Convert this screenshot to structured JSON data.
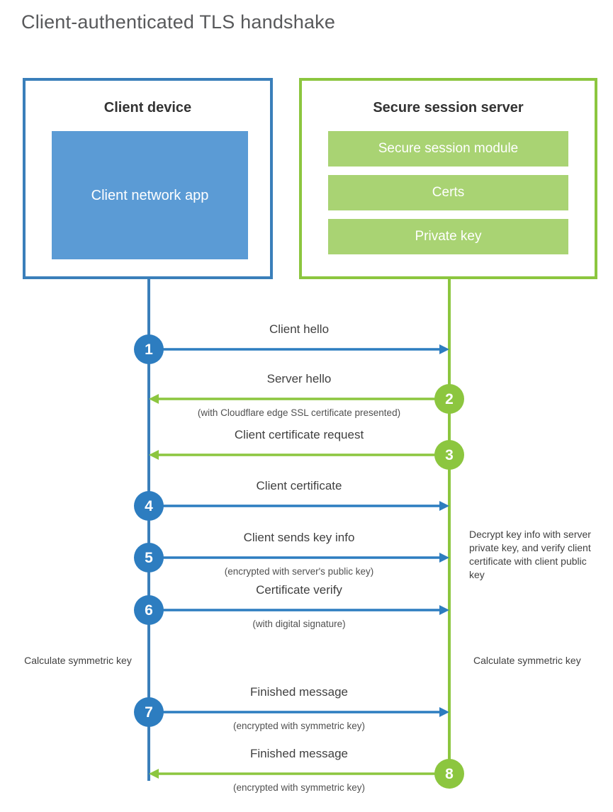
{
  "title": "Client-authenticated TLS handshake",
  "colors": {
    "client_blue": "#3a7fba",
    "client_app_fill": "#5b9bd5",
    "server_green": "#8cc63f",
    "server_block_fill": "#a9d373",
    "circle_blue": "#2d7dc0",
    "circle_green": "#8cc63f",
    "text": "#404040",
    "title_text": "#58595b"
  },
  "client": {
    "title": "Client device",
    "app_label": "Client network app"
  },
  "server": {
    "title": "Secure session server",
    "blocks": [
      {
        "label": "Secure session module"
      },
      {
        "label": "Certs"
      },
      {
        "label": "Private key"
      }
    ]
  },
  "notes": {
    "decrypt": "Decrypt key info with server private key, and verify client certificate with client public key",
    "calculate_left": "Calculate symmetric key",
    "calculate_right": "Calculate symmetric key"
  },
  "steps": [
    {
      "number": "1",
      "label": "Client hello",
      "sublabel": "",
      "direction": "ltr",
      "color": "blue"
    },
    {
      "number": "2",
      "label": "Server hello",
      "sublabel": "(with Cloudflare edge SSL certificate presented)",
      "direction": "rtl",
      "color": "green"
    },
    {
      "number": "3",
      "label": "Client certificate request",
      "sublabel": "",
      "direction": "rtl",
      "color": "green"
    },
    {
      "number": "4",
      "label": "Client certificate",
      "sublabel": "",
      "direction": "ltr",
      "color": "blue"
    },
    {
      "number": "5",
      "label": "Client sends key info",
      "sublabel": "(encrypted with server's public key)",
      "direction": "ltr",
      "color": "blue"
    },
    {
      "number": "6",
      "label": "Certificate verify",
      "sublabel": "(with digital signature)",
      "direction": "ltr",
      "color": "blue"
    },
    {
      "number": "7",
      "label": "Finished message",
      "sublabel": "(encrypted with symmetric key)",
      "direction": "ltr",
      "color": "blue"
    },
    {
      "number": "8",
      "label": "Finished message",
      "sublabel": "(encrypted with symmetric key)",
      "direction": "rtl",
      "color": "green"
    }
  ]
}
